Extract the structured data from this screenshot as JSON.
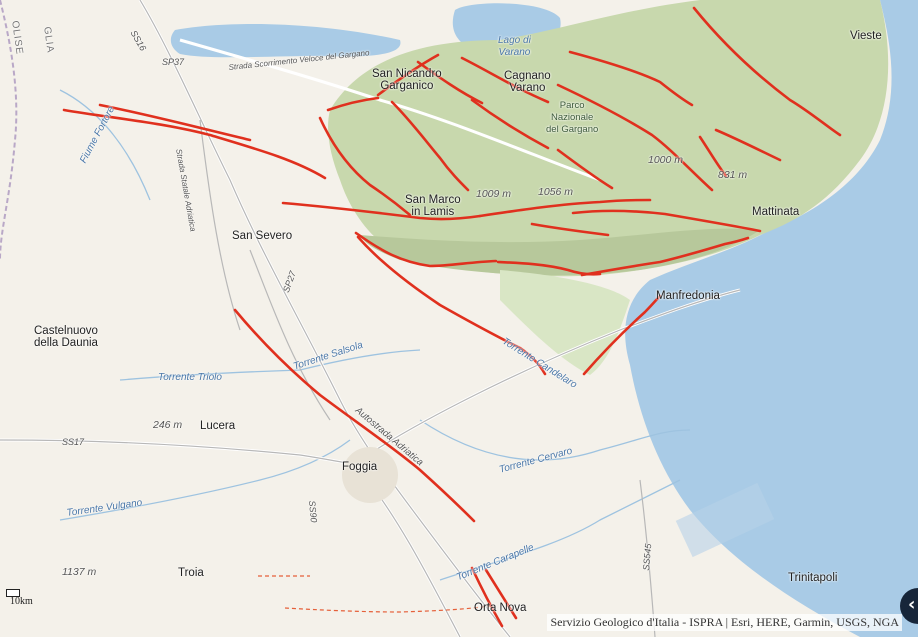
{
  "map": {
    "colors": {
      "sea": "#a9cbe6",
      "land": "#f4f1ea",
      "mountain": "#c8d8ad",
      "fault": "#e0301e",
      "river": "#9ec3e0"
    },
    "region_labels": [
      "OLISE",
      "GLIA"
    ],
    "water_labels": {
      "lago_varano": "Lago di\nVarano",
      "fiume_fortore": "Fiume Fortore",
      "torrente_salsola": "Torrente Salsola",
      "torrente_triolo": "Torrente Triolo",
      "torrente_candelaro": "Torrente Candelaro",
      "torrente_cervaro": "Torrente Cervaro",
      "torrente_vulgano": "Torrente Vulgano",
      "torrente_carapelle": "Torrente Carapelle"
    },
    "road_labels": {
      "ss16": "SS16",
      "sp37": "SP37",
      "strada_gargano": "Strada Scorrimento Veloce del Gargano",
      "statale_adriatica": "Strada Statale Adriatica",
      "sp27": "SP27",
      "autostrada": "Autostrada Adriatica",
      "ss17": "SS17",
      "ss90": "SS90",
      "ss545": "SS545"
    },
    "cities": {
      "vieste": "Vieste",
      "san_nicandro": "San Nicandro\nGarganico",
      "cagnano": "Cagnano\nVarano",
      "san_marco": "San Marco\nin Lamis",
      "mattinata": "Mattinata",
      "san_severo": "San Severo",
      "manfredonia": "Manfredonia",
      "castelnuovo": "Castelnuovo\ndella Daunia",
      "lucera": "Lucera",
      "foggia": "Foggia",
      "troia": "Troia",
      "trinitapoli": "Trinitapoli",
      "orta_nova": "Orta Nova"
    },
    "park_label": "Parco\nNazionale\ndel Gargano",
    "elevations": [
      "1009 m",
      "1056 m",
      "1000 m",
      "831 m",
      "246 m",
      "1137 m"
    ],
    "scale_label": "10km",
    "attribution": "Servizio Geologico d'Italia - ISPRA | Esri, HERE, Garmin, USGS, NGA",
    "collapse_icon": "chevron-left-icon"
  }
}
